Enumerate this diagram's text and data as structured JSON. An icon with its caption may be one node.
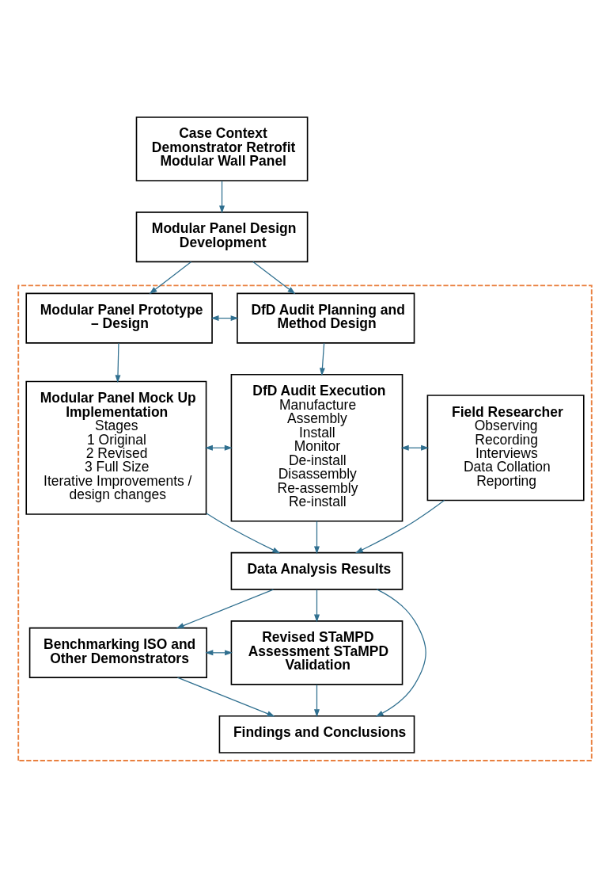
{
  "diagram": {
    "nodes": [
      {
        "text": [
          "Case Context Demonstrator Retrofit Modular Wall Panel"
        ]
      },
      {
        "text": [
          "Modular Panel Design Development"
        ]
      },
      {
        "text": [],
        "shape": "box"
      },
      {
        "text": [
          "Modular Panel Prototype – Design"
        ],
        "in": 2
      },
      {
        "text": [
          "DfD Audit Planning and Method Design"
        ],
        "in": 2
      },
      {
        "text": [
          "Modular Panel Mock Up Implementation",
          "Stages",
          "1 Original",
          "2 Revised",
          "3 Full Size",
          "Iterative Improvements / design changes"
        ],
        "in": 2
      },
      {
        "text": [
          "DfD Audit Execution",
          "Manufacture",
          "Assembly",
          "Install",
          "Monitor",
          "De-install",
          "Disassembly",
          "Re-assembly",
          "Re-install"
        ],
        "in": 2
      },
      {
        "text": [
          "Field Researcher",
          "Observing",
          "Recording",
          "Interviews",
          "Data Collation",
          "Reporting"
        ],
        "in": 2
      },
      {
        "text": [
          "Data Analysis Results"
        ],
        "in": 2
      },
      {
        "text": [
          "Benchmarking ISO and Other Demonstrators"
        ],
        "in": 2
      },
      {
        "text": [
          "Revised STaMPD Assessment STaMPD Validation"
        ],
        "in": 2
      },
      {
        "text": [
          "Findings and Conclusions"
        ],
        "in": 2
      }
    ],
    "edges": [
      {
        "from": 0,
        "to": 1,
        "arrow": "to"
      },
      {
        "from": 1,
        "to": 3,
        "arrow": "to"
      },
      {
        "from": 1,
        "to": 4,
        "arrow": "to"
      },
      {
        "from": 3,
        "to": 4,
        "arrow": "both"
      },
      {
        "from": 3,
        "to": 5,
        "arrow": "to"
      },
      {
        "from": 4,
        "to": 6,
        "arrow": "to"
      },
      {
        "from": 5,
        "to": 6,
        "arrow": "both"
      },
      {
        "from": 6,
        "to": 7,
        "arrow": "both"
      },
      {
        "from": 5,
        "to": 8,
        "arrow": "to"
      },
      {
        "from": 6,
        "to": 8,
        "arrow": "to"
      },
      {
        "from": 7,
        "to": 8,
        "arrow": "to"
      },
      {
        "from": 8,
        "to": 9,
        "arrow": "to"
      },
      {
        "from": 8,
        "to": 10,
        "arrow": "to"
      },
      {
        "from": 8,
        "to": 11,
        "arrow": "to"
      },
      {
        "from": 9,
        "to": 10,
        "arrow": "both"
      },
      {
        "from": 9,
        "to": 11,
        "arrow": "to"
      },
      {
        "from": 10,
        "to": 11,
        "arrow": "to"
      }
    ]
  }
}
